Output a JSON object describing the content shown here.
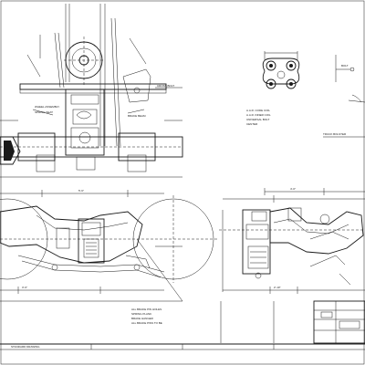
{
  "drawing": {
    "note_top_center": "CROSS BOLT",
    "note_wheel_assembly": "WHEEL ASSEMBLY",
    "note_spring_seat": "SPRING SEAT",
    "note_brake_beam": "BRAKE BEAM",
    "note_top_right_right": "BOLT",
    "note_bottom_center_1": "ALL BRAKE PIN HOLES",
    "note_bottom_center_2": "SPRING PLANK",
    "note_bottom_center_3": "BRAKE HANGER",
    "note_bottom_center_4": "ALL BRAKE PINS TO BE",
    "note_bottom_footer": "STANDARD DRAWING",
    "note_right_mid": "TRUCK BOLSTER",
    "legend_lines": [
      "A.A.R. CODE COIL",
      "A.A.R. INNER COIL",
      "UNIVERSAL BOLT",
      "CENTER"
    ],
    "dim_top_right": "4'-0\"",
    "dim_left": "3'-6\"",
    "dim_center": "5'-6\"",
    "dim_right": "2'-10\""
  }
}
